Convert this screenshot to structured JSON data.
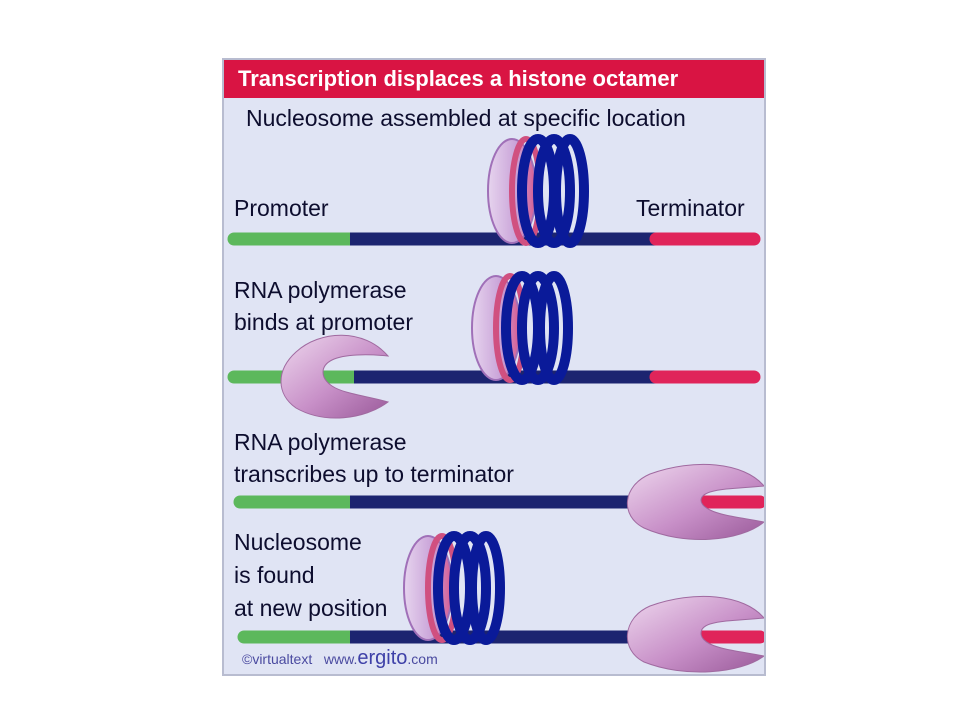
{
  "title": "Transcription displaces a histone octamer",
  "steps": [
    {
      "caption": "Nucleosome assembled at specific location",
      "left_label": "Promoter",
      "right_label": "Terminator"
    },
    {
      "caption_line1": "RNA polymerase",
      "caption_line2": "binds at promoter"
    },
    {
      "caption_line1": "RNA polymerase",
      "caption_line2": "transcribes up to terminator"
    },
    {
      "caption_line1": "Nucleosome",
      "caption_line2": "is found",
      "caption_line3": "at new position"
    }
  ],
  "footer": {
    "copyright": "©virtualtext",
    "www": "www.",
    "brand": "ergito",
    "tld": ".com"
  },
  "colors": {
    "title_bg": "#d91443",
    "panel_bg": "#e0e4f4",
    "promoter": "#5cb85c",
    "gene": "#1c2470",
    "terminator": "#e0245a",
    "histone_coil": "#0a1a99",
    "histone_core": "#c8a0d8",
    "polymerase": "#c890c8"
  },
  "icons": [
    "dna-strand",
    "nucleosome",
    "rna-polymerase"
  ]
}
